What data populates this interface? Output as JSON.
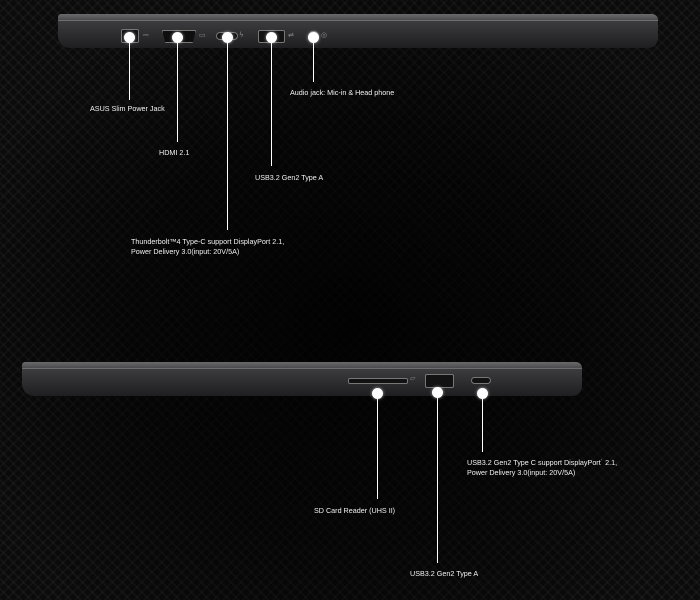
{
  "top_view": {
    "labels": {
      "power_jack": "ASUS Slim Power Jack",
      "hdmi": "HDMI 2.1",
      "thunderbolt_line1": "Thunderbolt™4 Type-C support DisplayPort 2.1,",
      "thunderbolt_line2": "Power Delivery 3.0(input: 20V/5A)",
      "usb_a": "USB3.2 Gen2 Type A",
      "audio": "Audio jack: Mic-in & Head phone"
    }
  },
  "bottom_view": {
    "labels": {
      "sd_card": "SD Card Reader (UHS II)",
      "usb_a": "USB3.2 Gen2 Type A",
      "usb_c_line1": "USB3.2 Gen2 Type C support DisplayPort˙ 2.1,",
      "usb_c_line2": "Power Delivery 3.0(input: 20V/5A)"
    }
  },
  "colors": {
    "background": "#0b0b0b",
    "callout": "#ffffff",
    "chassis": "#3c3c3e"
  },
  "icons": [
    "power-icon",
    "hdmi-icon",
    "thunderbolt-icon",
    "usb-icon",
    "headphone-icon",
    "sd-card-icon"
  ]
}
